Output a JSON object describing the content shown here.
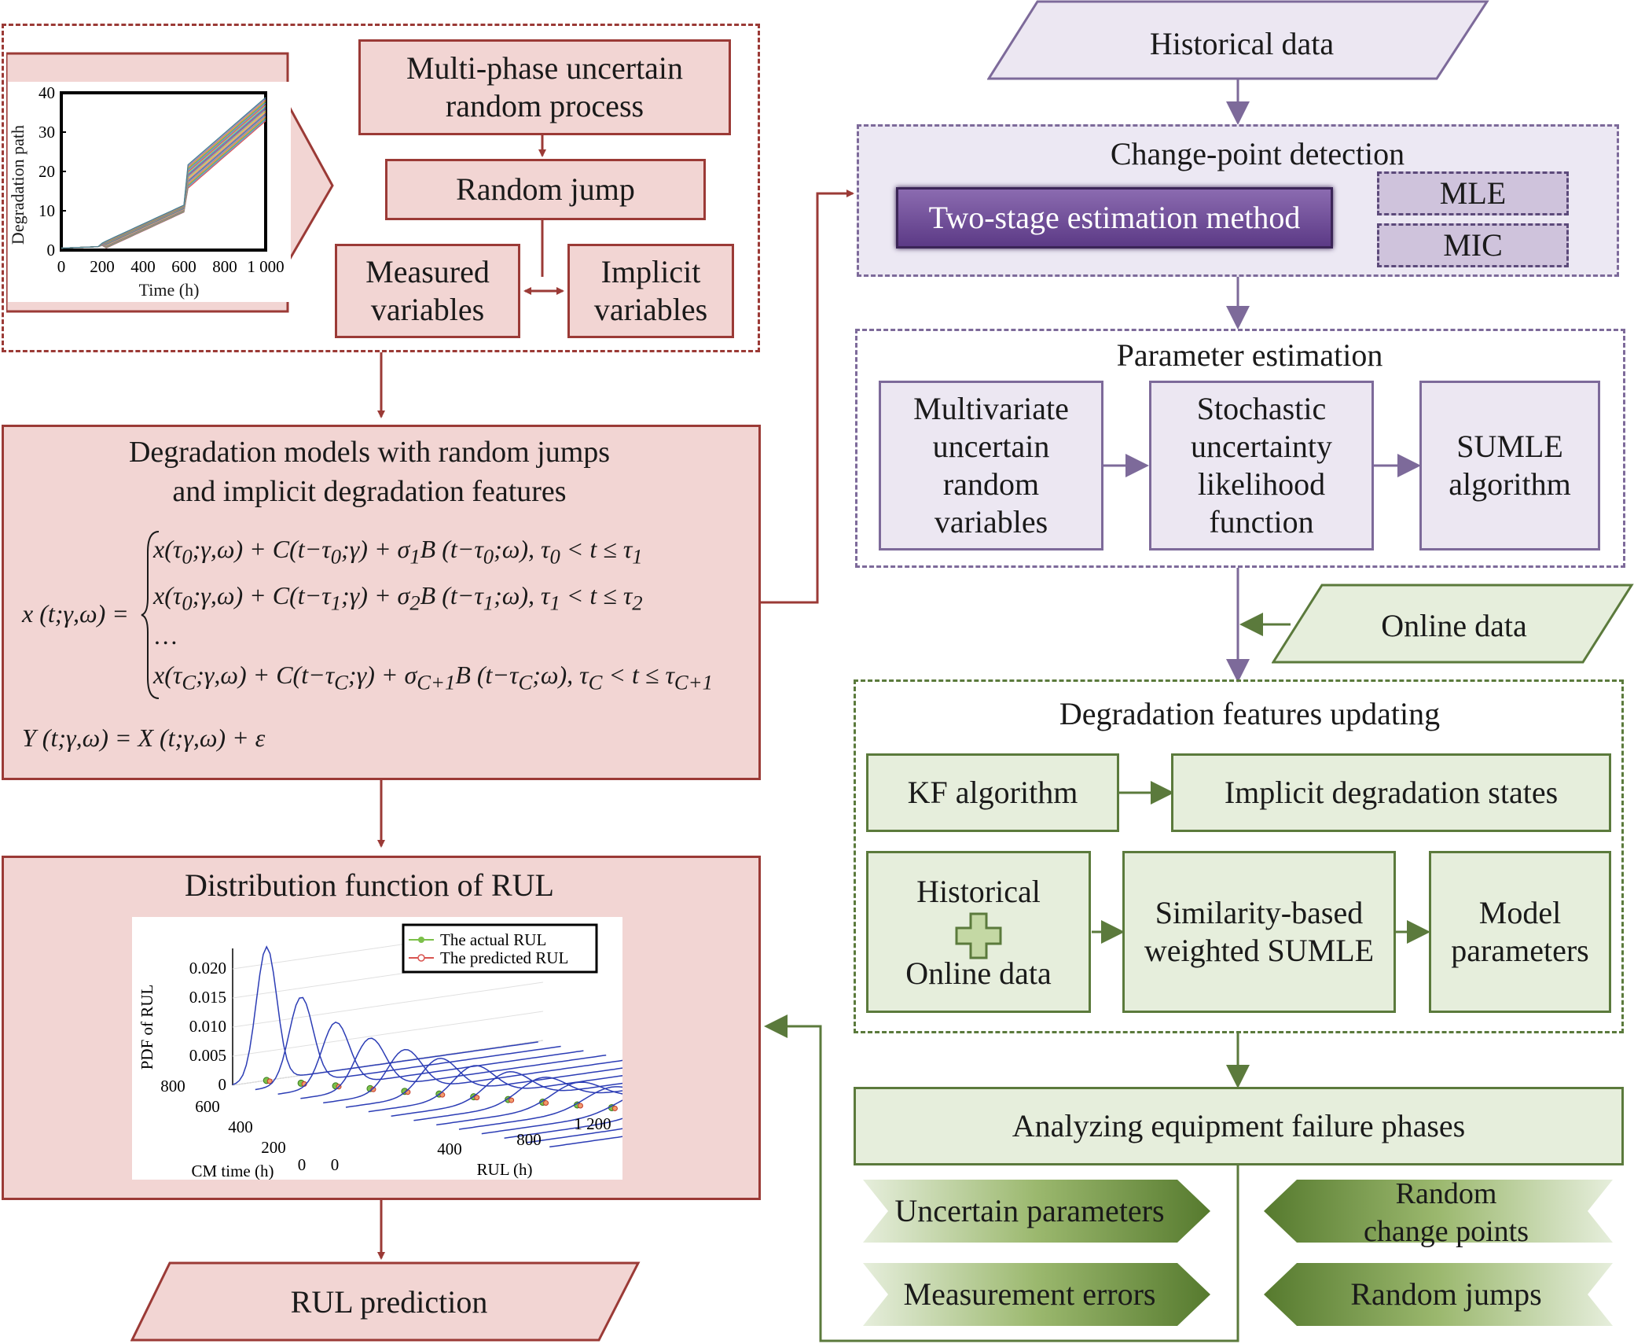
{
  "inset_top": {
    "ylabel": "Degradation path",
    "xlabel": "Time (h)",
    "yticks": [
      "0",
      "10",
      "20",
      "30",
      "40"
    ],
    "xticks": [
      "0",
      "200",
      "400",
      "600",
      "800",
      "1 000"
    ]
  },
  "multi_phase": [
    "Multi-phase uncertain",
    "random process"
  ],
  "random_jump": "Random jump",
  "measured": [
    "Measured",
    "variables"
  ],
  "implicit": [
    "Implicit",
    "variables"
  ],
  "models_title": [
    "Degradation models with random jumps",
    "and implicit degradation features"
  ],
  "rul_dist_title": "Distribution function of RUL",
  "rul_prediction": "RUL prediction",
  "inset_bottom": {
    "legend": [
      "The actual RUL",
      "The predicted RUL"
    ],
    "zlabel": "PDF of RUL",
    "zticks": [
      "0",
      "0.005",
      "0.010",
      "0.015",
      "0.020"
    ],
    "cm_label": "CM time (h)",
    "cm_ticks": [
      "800",
      "600",
      "400",
      "200",
      "0"
    ],
    "rul_label": "RUL (h)",
    "rul_ticks": [
      "0",
      "400",
      "800",
      "1 200"
    ]
  },
  "historical_data": "Historical data",
  "change_point": "Change-point detection",
  "two_stage": "Two-stage estimation method",
  "mle": "MLE",
  "mic": "MIC",
  "param_est": "Parameter estimation",
  "multivariate": [
    "Multivariate",
    "uncertain",
    "random",
    "variables"
  ],
  "stochastic": [
    "Stochastic",
    "uncertainty",
    "likelihood",
    "function"
  ],
  "sumle": [
    "SUMLE",
    "algorithm"
  ],
  "online_data": "Online data",
  "features_updating": "Degradation features updating",
  "kf": "KF algorithm",
  "implicit_states": "Implicit degradation states",
  "hist_online": [
    "Historical",
    "Online data"
  ],
  "similarity": [
    "Similarity-based",
    "weighted SUMLE"
  ],
  "model_params": [
    "Model",
    "parameters"
  ],
  "analyzing": "Analyzing equipment failure phases",
  "uncertain_params": "Uncertain parameters",
  "random_cp": [
    "Random",
    "change points"
  ],
  "measurement_errors": "Measurement errors",
  "random_jumps": "Random jumps",
  "colors": {
    "red": "#9b3a36",
    "purple": "#7d6a9a",
    "green": "#5b7a3c"
  }
}
